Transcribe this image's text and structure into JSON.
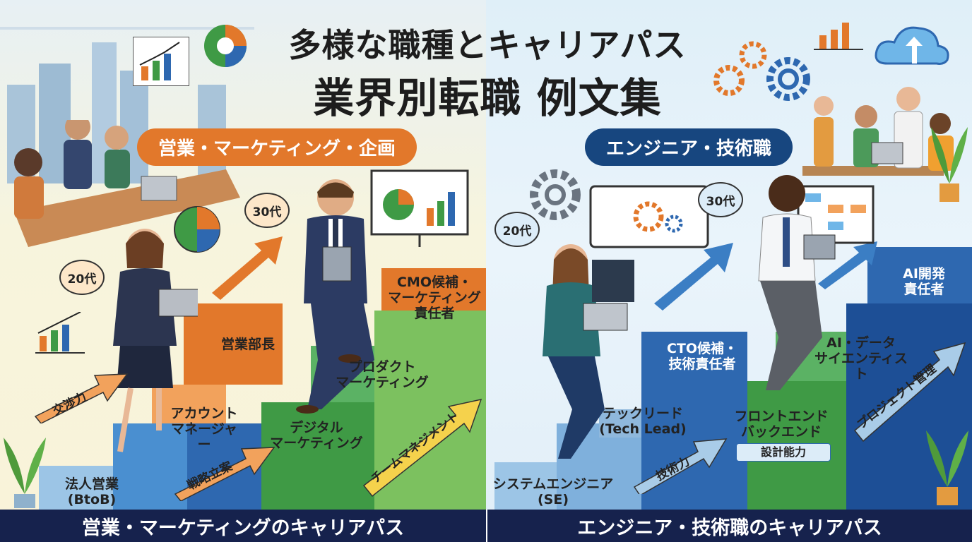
{
  "title": {
    "line1": "多様な職種とキャリアパス",
    "line2": "業界別転職 例文集"
  },
  "sections": {
    "left": {
      "pill": "営業・マーケティング・企画",
      "age_young": "20代",
      "age_mid": "30代",
      "steps": [
        {
          "label": "法人営業\n(BtoB)"
        },
        {
          "label": "アカウント\nマネージャー"
        },
        {
          "label": "営業部長"
        },
        {
          "label": "デジタル\nマーケティング"
        },
        {
          "label": "プロダクト\nマーケティング"
        },
        {
          "label": "CMO候補・\nマーケティング\n責任者"
        }
      ],
      "skills": [
        "交渉力",
        "戦略立案",
        "チームマネジメント"
      ],
      "footer": "営業・マーケティングのキャリアパス"
    },
    "right": {
      "pill": "エンジニア・技術職",
      "age_young": "20代",
      "age_mid": "30代",
      "steps": [
        {
          "label": "システムエンジニア\n(SE)"
        },
        {
          "label": "テックリード\n(Tech Lead)"
        },
        {
          "label": "CTO候補・\n技術責任者"
        },
        {
          "label": "フロントエンド\nバックエンド"
        },
        {
          "label": "AI・データ\nサイエンティスト"
        },
        {
          "label": "AI開発\n責任者"
        }
      ],
      "design_badge": "設計能力",
      "skills": [
        "技術力",
        "プロジェクト管理"
      ],
      "footer": "エンジニア・技術職のキャリアパス"
    }
  },
  "colors": {
    "orange": "#e2782b",
    "navy": "#17467f",
    "footer_bg": "#16224d",
    "green": "#3f9a45",
    "blue": "#2e68b0",
    "light_blue": "#8fb8dc"
  },
  "icons": [
    "pie-chart-icon",
    "bar-chart-icon",
    "gear-icon",
    "cloud-icon",
    "monitor-icon",
    "plant-icon",
    "arrow-up-icon"
  ]
}
